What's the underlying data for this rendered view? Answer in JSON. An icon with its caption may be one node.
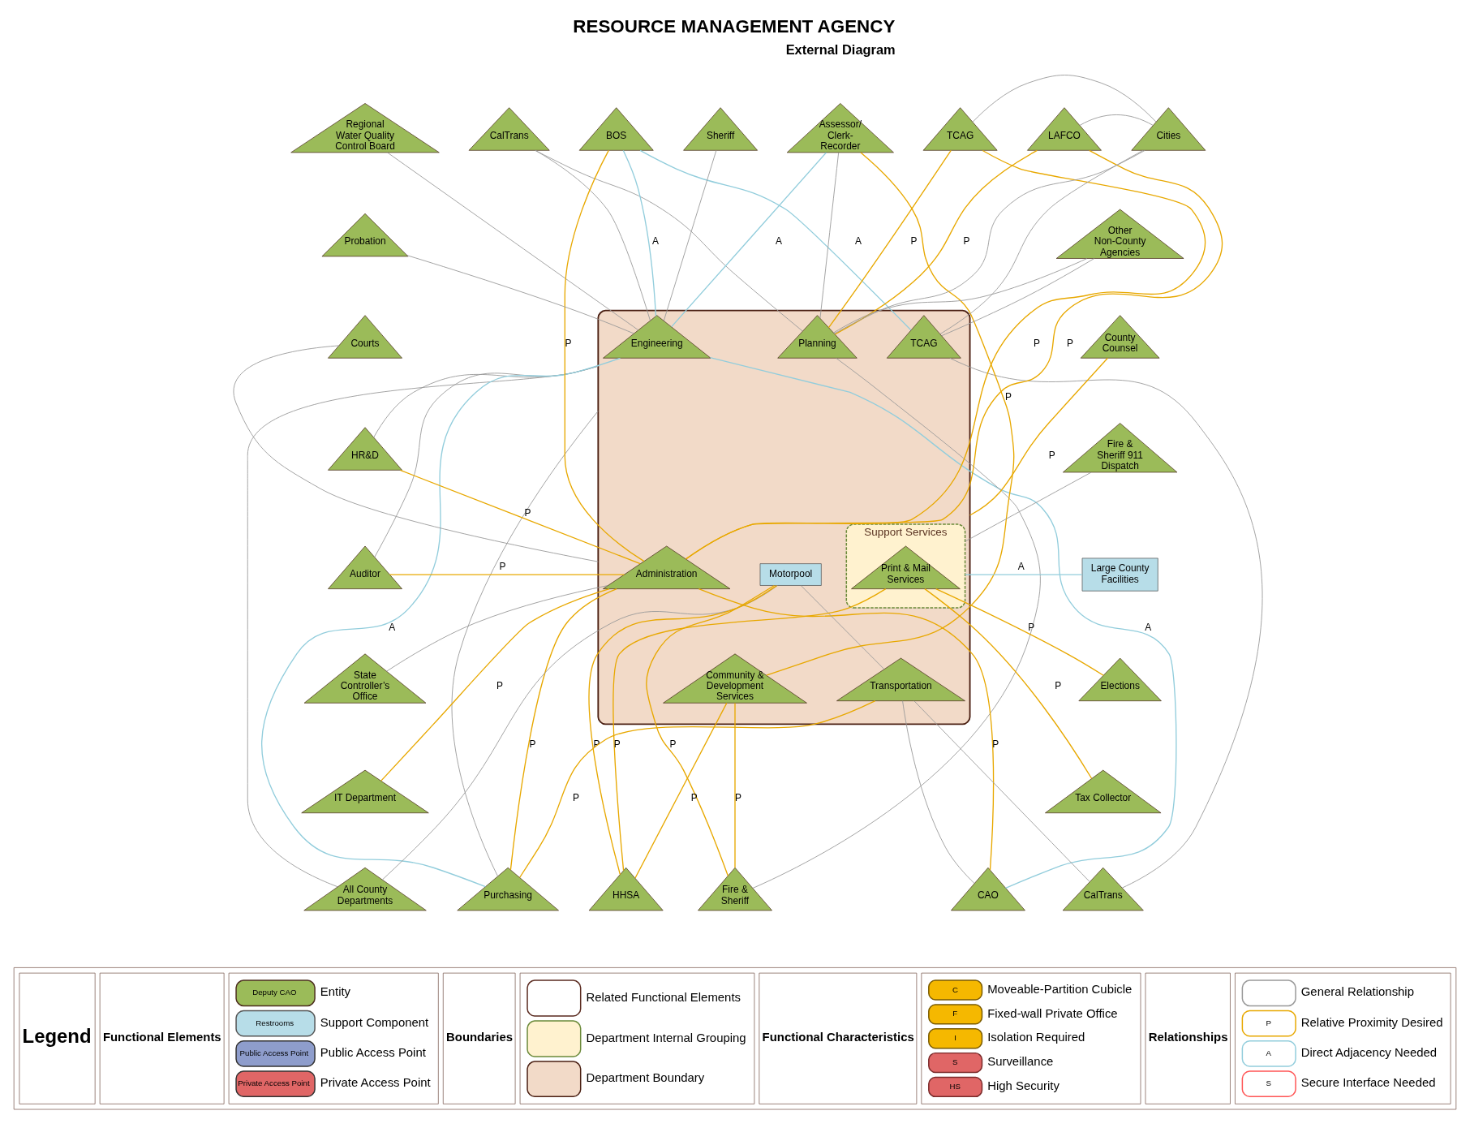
{
  "diagram": {
    "title": "RESOURCE MANAGEMENT AGENCY",
    "nodes": [
      {
        "text": [],
        "shape": "box"
      },
      {
        "text": [
          "Engineering"
        ],
        "in": 0
      },
      {
        "text": [
          "Planning"
        ],
        "in": 0
      },
      {
        "text": [
          "TCAG"
        ],
        "in": 0
      },
      {
        "text": [
          "Administration"
        ],
        "in": 0
      },
      {
        "text": [
          "Motorpool"
        ],
        "in": 0
      },
      {
        "text": [
          "Support Services"
        ],
        "in": 0
      },
      {
        "text": [
          "Print & Mail Services"
        ],
        "in": 6
      },
      {
        "text": [
          "Community & Development Services"
        ],
        "in": 0
      },
      {
        "text": [
          "Transportation"
        ],
        "in": 0
      },
      {
        "text": [
          "Regional Water Quality Control Board"
        ]
      },
      {
        "text": [
          "CalTrans"
        ]
      },
      {
        "text": [
          "BOS"
        ]
      },
      {
        "text": [
          "Sheriff"
        ]
      },
      {
        "text": [
          "Assessor/ Clerk- Recorder"
        ]
      },
      {
        "text": [
          "TCAG"
        ]
      },
      {
        "text": [
          "LAFCO"
        ]
      },
      {
        "text": [
          "Cities"
        ]
      },
      {
        "text": [
          "Other Non-County Agencies"
        ]
      },
      {
        "text": [
          "County Counsel"
        ]
      },
      {
        "text": [
          "Fire & Sheriff 911 Dispatch"
        ]
      },
      {
        "text": [
          "Large County Facilities"
        ]
      },
      {
        "text": [
          "Elections"
        ]
      },
      {
        "text": [
          "Tax Collector"
        ]
      },
      {
        "text": [
          "Probation"
        ]
      },
      {
        "text": [
          "Courts"
        ]
      },
      {
        "text": [
          "HR&D"
        ]
      },
      {
        "text": [
          "Auditor"
        ]
      },
      {
        "text": [
          "State Controller’s Office"
        ]
      },
      {
        "text": [
          "IT Department"
        ]
      },
      {
        "text": [
          "All County Departments"
        ]
      },
      {
        "text": [
          "Purchasing"
        ]
      },
      {
        "text": [
          "HHSA"
        ]
      },
      {
        "text": [
          "Fire & Sheriff"
        ]
      },
      {
        "text": [
          "CAO"
        ]
      },
      {
        "text": [
          "CalTrans"
        ]
      }
    ],
    "edges": [
      {
        "from": 10,
        "to": 1,
        "arrow": "none"
      },
      {
        "from": 11,
        "to": 1,
        "arrow": "none"
      },
      {
        "from": 11,
        "to": 2,
        "arrow": "none"
      },
      {
        "from": 24,
        "to": 1,
        "arrow": "none"
      },
      {
        "from": 25,
        "to": 0,
        "arrow": "none"
      },
      {
        "from": 12,
        "to": 4,
        "arrow": "none",
        "label": "P",
        "color": "#e8a800"
      },
      {
        "from": 12,
        "to": 1,
        "arrow": "none",
        "label": "A",
        "color": "#92cddc"
      },
      {
        "from": 12,
        "to": 3,
        "arrow": "none",
        "label": "A",
        "color": "#92cddc"
      },
      {
        "from": 13,
        "to": 1,
        "arrow": "none"
      },
      {
        "from": 14,
        "to": 1,
        "arrow": "none",
        "label": "A",
        "color": "#92cddc"
      },
      {
        "from": 14,
        "to": 8,
        "arrow": "none",
        "label": "P",
        "color": "#e8a800"
      },
      {
        "from": 14,
        "to": 2,
        "arrow": "none"
      },
      {
        "from": 15,
        "to": 4,
        "arrow": "none",
        "label": "P",
        "color": "#e8a800"
      },
      {
        "from": 15,
        "to": 2,
        "arrow": "none",
        "label": "P",
        "color": "#e8a800"
      },
      {
        "from": 15,
        "to": 17,
        "arrow": "none"
      },
      {
        "from": 16,
        "to": 4,
        "arrow": "none",
        "label": "P",
        "color": "#e8a800"
      },
      {
        "from": 16,
        "to": 2,
        "arrow": "none",
        "label": "P",
        "color": "#e8a800"
      },
      {
        "from": 16,
        "to": 17,
        "arrow": "none"
      },
      {
        "from": 17,
        "to": 2,
        "arrow": "none"
      },
      {
        "from": 17,
        "to": 3,
        "arrow": "none"
      },
      {
        "from": 18,
        "to": 2,
        "arrow": "none"
      },
      {
        "from": 18,
        "to": 3,
        "arrow": "none"
      },
      {
        "from": 19,
        "to": 0,
        "arrow": "none",
        "label": "P",
        "color": "#e8a800"
      },
      {
        "from": 20,
        "to": 6,
        "arrow": "none"
      },
      {
        "from": 21,
        "to": 6,
        "arrow": "none",
        "label": "A",
        "color": "#92cddc"
      },
      {
        "from": 7,
        "to": 22,
        "arrow": "none",
        "label": "P",
        "color": "#e8a800"
      },
      {
        "from": 7,
        "to": 23,
        "arrow": "none",
        "label": "P",
        "color": "#e8a800"
      },
      {
        "from": 7,
        "to": 32,
        "arrow": "none",
        "label": "P",
        "color": "#e8a800"
      },
      {
        "from": 9,
        "to": 31,
        "arrow": "none",
        "label": "P",
        "color": "#e8a800"
      },
      {
        "from": 9,
        "to": 34,
        "arrow": "none"
      },
      {
        "from": 9,
        "to": 35,
        "arrow": "none"
      },
      {
        "from": 5,
        "to": 9,
        "arrow": "none"
      },
      {
        "from": 3,
        "to": 35,
        "arrow": "none"
      },
      {
        "from": 1,
        "to": 31,
        "arrow": "none",
        "label": "A",
        "color": "#92cddc"
      },
      {
        "from": 1,
        "to": 34,
        "arrow": "none",
        "label": "A",
        "color": "#92cddc"
      },
      {
        "from": 2,
        "to": 33,
        "arrow": "none"
      },
      {
        "from": 26,
        "to": 4,
        "arrow": "none",
        "label": "P",
        "color": "#e8a800"
      },
      {
        "from": 26,
        "to": 0,
        "arrow": "none"
      },
      {
        "from": 27,
        "to": 4,
        "arrow": "none",
        "label": "P",
        "color": "#e8a800"
      },
      {
        "from": 27,
        "to": 0,
        "arrow": "none"
      },
      {
        "from": 28,
        "to": 4,
        "arrow": "none"
      },
      {
        "from": 29,
        "to": 4,
        "arrow": "none",
        "label": "P",
        "color": "#e8a800"
      },
      {
        "from": 4,
        "to": 31,
        "arrow": "none",
        "label": "P",
        "color": "#e8a800"
      },
      {
        "from": 4,
        "to": 34,
        "arrow": "none",
        "label": "P",
        "color": "#e8a800"
      },
      {
        "from": 30,
        "to": 5,
        "arrow": "none"
      },
      {
        "from": 30,
        "to": 0,
        "arrow": "none"
      },
      {
        "from": 31,
        "to": 0,
        "arrow": "none"
      },
      {
        "from": 8,
        "to": 32,
        "arrow": "none",
        "label": "P",
        "color": "#e8a800"
      },
      {
        "from": 8,
        "to": 33,
        "arrow": "none",
        "label": "P",
        "color": "#e8a800"
      },
      {
        "from": 5,
        "to": 32,
        "arrow": "none",
        "label": "P",
        "color": "#e8a800"
      },
      {
        "from": 5,
        "to": 33,
        "arrow": "none",
        "label": "P",
        "color": "#e8a800"
      }
    ],
    "labels": [
      "External Diagram",
      "Legend",
      "Functional Elements",
      "Deputy CAO",
      "Restrooms",
      "Public Access Point",
      "Private Access Point",
      "Boundaries",
      "Functional Characteristics",
      "C",
      "F",
      "I",
      "S",
      "HS",
      "Relationships",
      "P",
      "A",
      "S"
    ],
    "legend": [
      {
        "text": "Entity"
      },
      {
        "text": "Support Component"
      },
      {
        "text": "Public Access Point"
      },
      {
        "text": "Private Access Point"
      },
      {
        "text": "Related Functional Elements"
      },
      {
        "text": "Department Internal Grouping"
      },
      {
        "text": "Department Boundary"
      },
      {
        "text": "Moveable-Partition Cubicle"
      },
      {
        "text": "Fixed-wall Private Office"
      },
      {
        "text": "Isolation Required"
      },
      {
        "text": "Surveillance"
      },
      {
        "text": "High Security"
      },
      {
        "text": "General Relationship"
      },
      {
        "text": "Relative Proximity Desired"
      },
      {
        "text": "Direct Adjacency Needed"
      },
      {
        "text": "Secure Interface Needed"
      }
    ]
  }
}
